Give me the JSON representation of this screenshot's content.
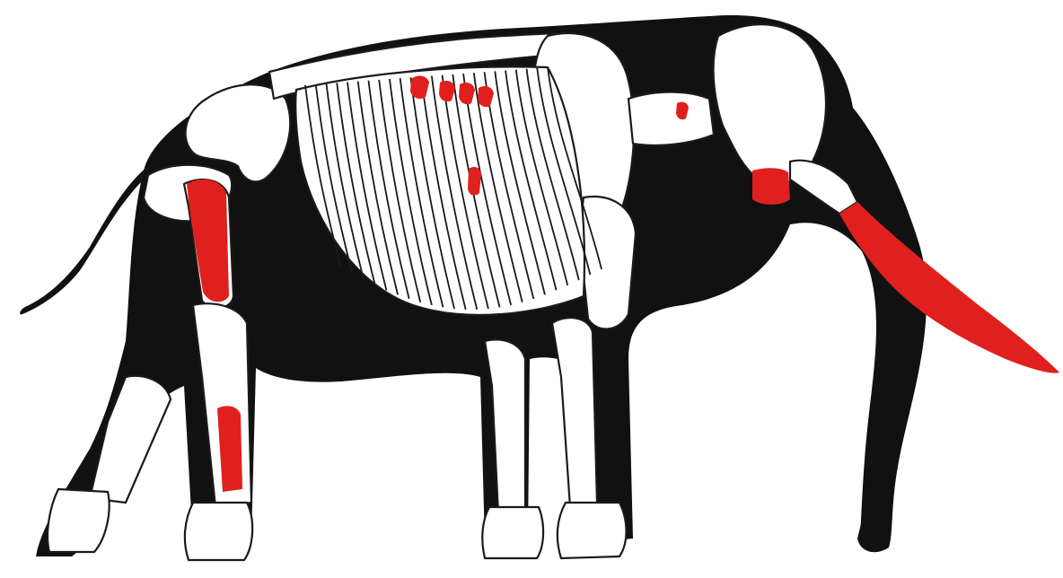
{
  "figure": {
    "colors": {
      "background": "#ffffff",
      "silhouette": "#111111",
      "bone": "#ffffff",
      "bone_outline": "#1a1a1a",
      "highlight": "#e0201e"
    },
    "highlighted_elements": [
      "tusk",
      "mandible",
      "thoracic-vertebrae",
      "rib",
      "femur",
      "tibia",
      "cervical-vertebra"
    ]
  }
}
